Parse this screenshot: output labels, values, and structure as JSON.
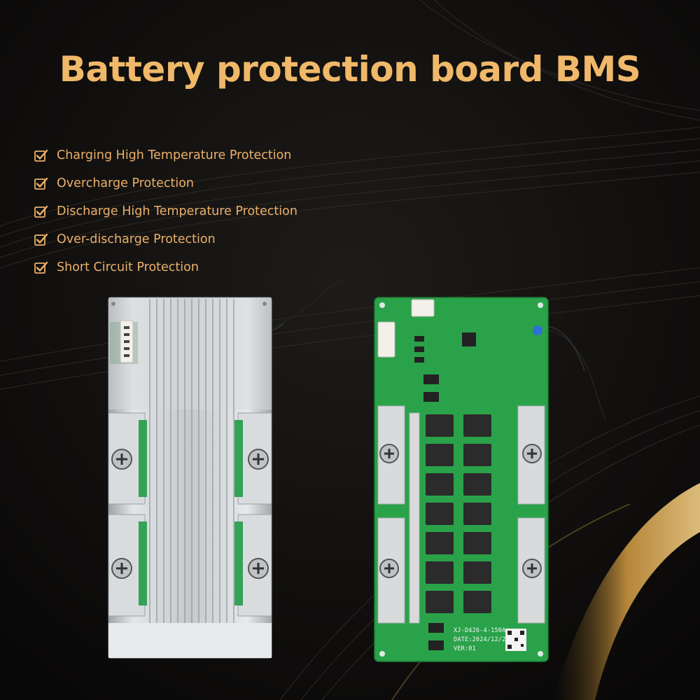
{
  "title": "Battery protection board BMS",
  "features": [
    {
      "icon": "checkbox-check-icon",
      "label": "Charging High Temperature Protection"
    },
    {
      "icon": "checkbox-check-icon",
      "label": "Overcharge Protection"
    },
    {
      "icon": "checkbox-check-icon",
      "label": "Discharge High Temperature Protection"
    },
    {
      "icon": "checkbox-check-icon",
      "label": "Over-discharge Protection"
    },
    {
      "icon": "checkbox-check-icon",
      "label": "Short Circuit Protection"
    }
  ],
  "pcb": {
    "model": "XJ-D426-4-150A",
    "date": "DATE:2024/12/2",
    "version": "VER:01"
  },
  "colors": {
    "accent": "#f0b869",
    "background": "#0c0b0a",
    "pcb_green": "#2aa24a",
    "heatsink": "#c9cdd0"
  }
}
